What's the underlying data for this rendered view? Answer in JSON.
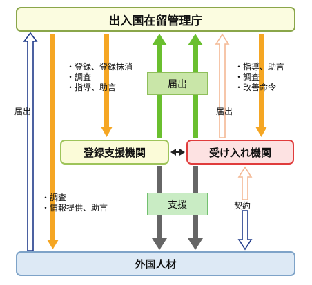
{
  "nodes": {
    "agency": "出入国在留管理庁",
    "registered_support_org": "登録支援機関",
    "receiving_org": "受け入れ機関",
    "foreign_talent": "外国人材"
  },
  "labels": {
    "notification_center": "届出",
    "support_center": "支援",
    "left_notification": "届出",
    "right_notification": "届出",
    "contract": "契約"
  },
  "notes": {
    "agency_to_registered": [
      "・登録、登録抹消",
      "・調査",
      "・指導、助言"
    ],
    "agency_to_receiving": [
      "・指導、助言",
      "・調査",
      "・改善命令"
    ],
    "agency_to_foreigner": [
      "・調査",
      "・情報提供、助言"
    ]
  },
  "colors": {
    "navy_arrow": "#1f3a8a",
    "orange_arrow": "#f5a623",
    "green_arrow": "#6abf2f",
    "peach_arrow": "#f4b894",
    "gray_arrow": "#666666"
  }
}
